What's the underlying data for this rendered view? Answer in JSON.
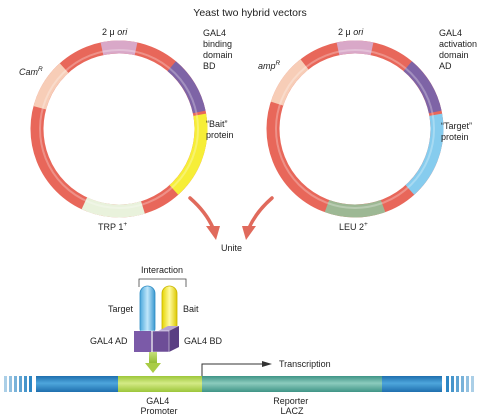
{
  "title": "Yeast two hybrid vectors",
  "colors": {
    "ring_red": "#e8675a",
    "ring_red_light": "#f08d7b",
    "ori_pink": "#d9a8c8",
    "resistance_peach": "#f7cdb7",
    "bd_purple": "#7e64a6",
    "ad_purple": "#7e64a6",
    "bait_yellow": "#f6ee37",
    "target_blue": "#86ccee",
    "trp_green": "#e9f2dc",
    "leu_green": "#9db894",
    "arrow_red": "#e06a5c",
    "dna_blue": "#2c86c4",
    "promoter_green": "#b8d64a",
    "reporter_teal": "#5fae9f",
    "protein_purple": "#6d4d97",
    "protein_purple_light": "#8a6cb0"
  },
  "plasmid_left": {
    "ori_pre": "2 μ",
    "ori_word": "ori",
    "resistance_name": "Cam",
    "resistance_sup": "R",
    "domain_lines": [
      "GAL4",
      "binding",
      "domain",
      "BD"
    ],
    "protein_lines": [
      "“Bait”",
      "protein"
    ],
    "marker_name": "TRP 1",
    "marker_sup": "+"
  },
  "plasmid_right": {
    "ori_pre": "2 μ",
    "ori_word": "ori",
    "resistance_name": "amp",
    "resistance_sup": "R",
    "domain_lines": [
      "GAL4",
      "activation",
      "domain",
      "AD"
    ],
    "protein_lines": [
      "“Target”",
      "protein"
    ],
    "marker_name": "LEU 2",
    "marker_sup": "+"
  },
  "unite_label": "Unite",
  "interaction": {
    "interaction_label": "Interaction",
    "target_label": "Target",
    "bait_label": "Bait",
    "ad_label": "GAL4 AD",
    "bd_label": "GAL4 BD"
  },
  "dna": {
    "transcription_label": "Transcription",
    "promoter_lines": [
      "GAL4",
      "Promoter"
    ],
    "reporter_lines": [
      "Reporter",
      "LACZ"
    ]
  }
}
